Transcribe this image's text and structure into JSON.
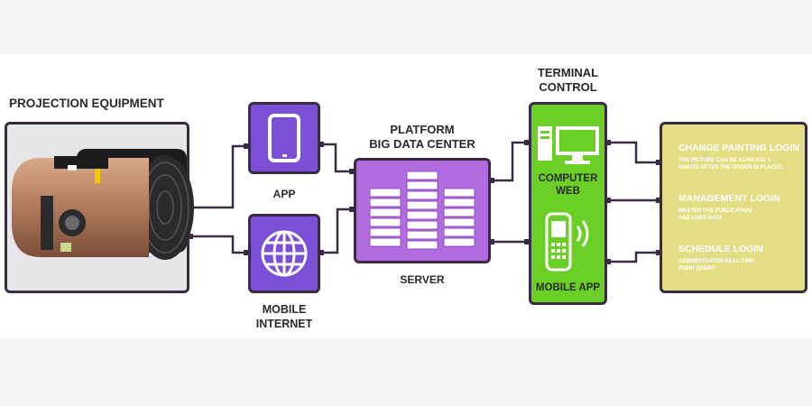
{
  "projection": {
    "title": "PROJECTION EQUIPMENT"
  },
  "app": {
    "label": "APP"
  },
  "internet": {
    "label_line1": "MOBILE",
    "label_line2": "INTERNET"
  },
  "platform": {
    "title_line1": "PLATFORM",
    "title_line2": "BIG DATA CENTER",
    "server_label": "SERVER"
  },
  "terminal": {
    "title_line1": "TERMINAL",
    "title_line2": "CONTROL",
    "computer_line1": "COMPUTER",
    "computer_line2": "WEB",
    "mobile_app": "MOBILE APP"
  },
  "logins": [
    {
      "title": "CHANGE PAINTING LOGIN",
      "desc_line1": "THE PICTURE CAN BE ACHIEVED 1",
      "desc_line2": "MINUTE AFTER THE ORDER IS PLACED"
    },
    {
      "title": "MANAGEMENT LOGIN",
      "desc_line1": "MASTER THE PUBLICATION",
      "desc_line2": "AND USER DATA"
    },
    {
      "title": "SCHEDULE LOGIN",
      "desc_line1": "ADMINISTRATOR REAL-TIME",
      "desc_line2": "POINT QUERY"
    }
  ],
  "colors": {
    "app_box": "#7b50d6",
    "server_box": "#b36be0",
    "terminal_box": "#6ccf28",
    "login_box": "#e3dd86",
    "outline": "#3a2b45"
  },
  "icons": [
    "projector-device-image",
    "tablet-icon",
    "globe-icon",
    "server-rack-icon",
    "desktop-computer-icon",
    "mobile-phone-icon"
  ]
}
